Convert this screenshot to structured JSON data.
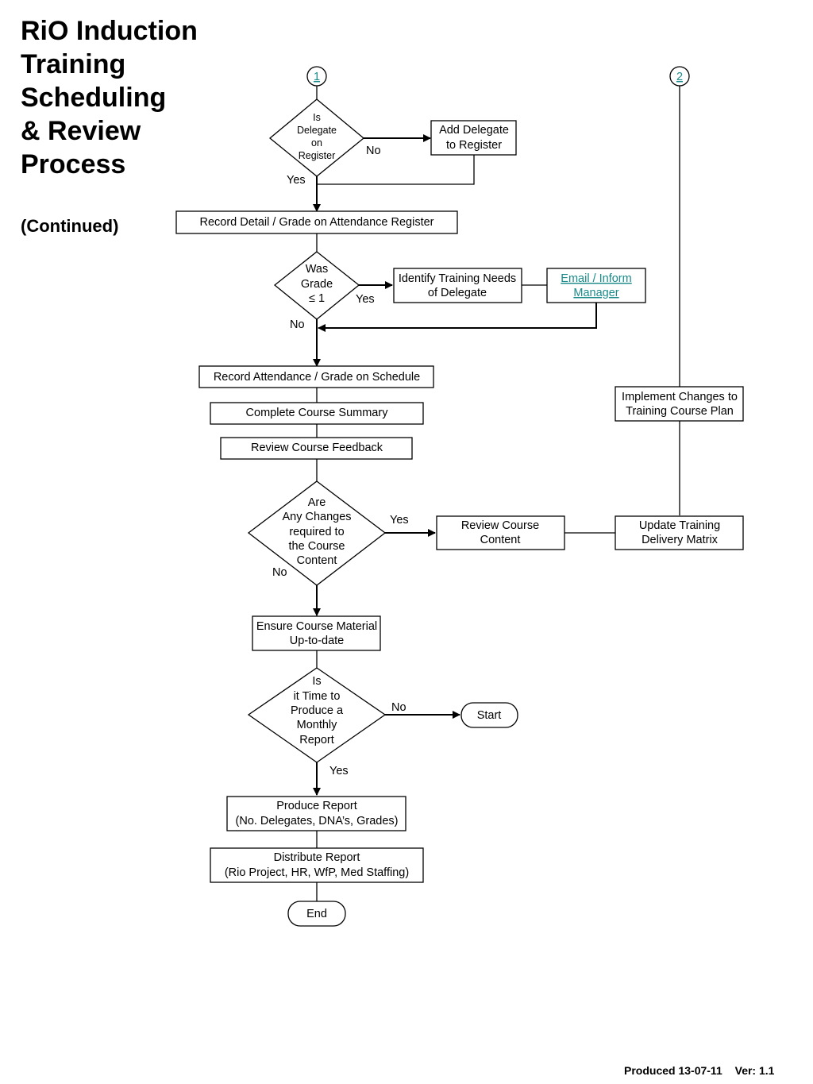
{
  "title": {
    "lines": [
      "RiO Induction",
      "Training",
      "Scheduling",
      "& Review",
      "Process"
    ],
    "subtitle": "(Continued)"
  },
  "footer": {
    "produced": "Produced 13-07-11",
    "version": "Ver: 1.1"
  },
  "connectors": {
    "c1": "1",
    "c2": "2"
  },
  "nodes": {
    "d1": [
      "Is",
      "Delegate",
      "on",
      "Register"
    ],
    "add_delegate": [
      "Add Delegate",
      "to Register"
    ],
    "record_detail": [
      "Record Detail / Grade on Attendance Register"
    ],
    "d2": [
      "Was",
      "Grade",
      "≤ 1"
    ],
    "identify_needs": [
      "Identify Training Needs",
      "of Delegate"
    ],
    "email_inform": [
      "Email / Inform",
      "Manager"
    ],
    "record_attendance": [
      "Record Attendance / Grade on Schedule"
    ],
    "complete_summary": [
      "Complete Course Summary"
    ],
    "review_feedback": [
      "Review Course Feedback"
    ],
    "d3": [
      "Are",
      "Any Changes",
      "required to",
      "the Course",
      "Content"
    ],
    "review_content": [
      "Review Course",
      "Content"
    ],
    "update_matrix": [
      "Update Training",
      "Delivery Matrix"
    ],
    "implement_changes": [
      "Implement Changes to",
      "Training Course Plan"
    ],
    "ensure_material": [
      "Ensure Course Material",
      "Up-to-date"
    ],
    "d4": [
      "Is",
      "it Time to",
      "Produce a",
      "Monthly",
      "Report"
    ],
    "start": [
      "Start"
    ],
    "produce_report": [
      "Produce Report",
      "(No. Delegates, DNA’s, Grades)"
    ],
    "distribute_report": [
      "Distribute Report",
      "(Rio Project, HR, WfP, Med Staffing)"
    ],
    "end": [
      "End"
    ]
  },
  "edge_labels": {
    "d1_no": "No",
    "d1_yes": "Yes",
    "d2_yes": "Yes",
    "d2_no": "No",
    "d3_yes": "Yes",
    "d3_no": "No",
    "d4_no": "No",
    "d4_yes": "Yes"
  },
  "colors": {
    "link": "#1a8a8a"
  }
}
